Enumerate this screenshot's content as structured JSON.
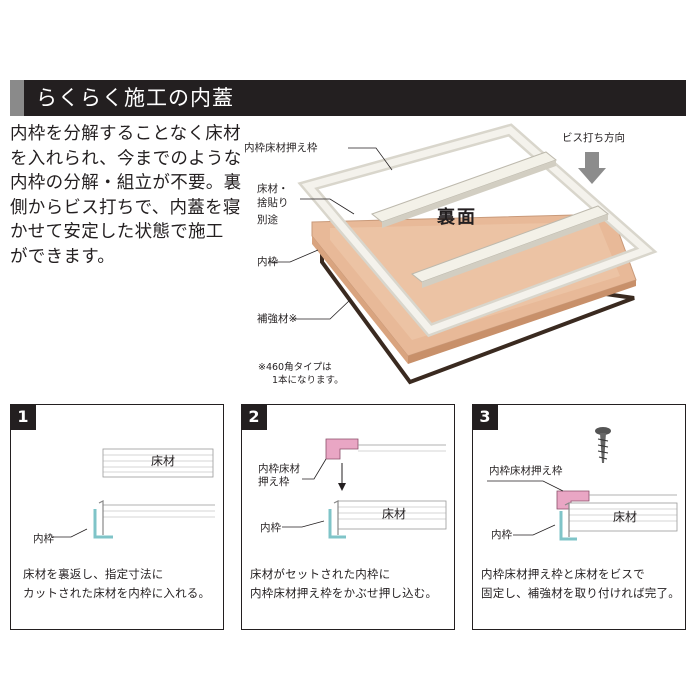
{
  "title": "らくらく施工の内蓋",
  "intro_lines": [
    "内枠を分解することなく床材",
    "を入れられ、今までのような",
    "内枠の分解・組立が不要。裏",
    "側からビス打ちで、内蓋を寝",
    "かせて安定した状態で施工",
    "ができます。"
  ],
  "main_diagram": {
    "label_presser": "内枠床材押え枠",
    "label_screw_dir": "ビス打ち方向",
    "label_floor_1": "床材・",
    "label_floor_2": "捨貼り",
    "label_floor_3": "別途",
    "label_inner_frame": "内枠",
    "label_reinforce": "補強材※",
    "label_back": "裏面",
    "note_1": "※460角タイプは",
    "note_2": "1本になります。"
  },
  "steps": [
    {
      "number": "1",
      "label_floor": "床材",
      "label_inner_frame": "内枠",
      "caption": [
        "床材を裏返し、指定寸法に",
        "カットされた床材を内枠に入れる。"
      ]
    },
    {
      "number": "2",
      "label_presser_1": "内枠床材",
      "label_presser_2": "押え枠",
      "label_floor": "床材",
      "label_inner_frame": "内枠",
      "caption": [
        "床材がセットされた内枠に",
        "内枠床材押え枠をかぶせ押し込む。"
      ]
    },
    {
      "number": "3",
      "label_presser": "内枠床材押え枠",
      "label_floor": "床材",
      "label_inner_frame": "内枠",
      "caption": [
        "内枠床材押え枠と床材をビスで",
        "固定し、補強材を取り付ければ完了。"
      ]
    }
  ],
  "colors": {
    "title_bg": "#231f20",
    "title_accent": "#8a8a8a",
    "wood": "#e8b998",
    "frame": "#e6e4dc",
    "presser_pink": "#e9a6c4",
    "inner_frame_teal": "#7fc4c8"
  }
}
